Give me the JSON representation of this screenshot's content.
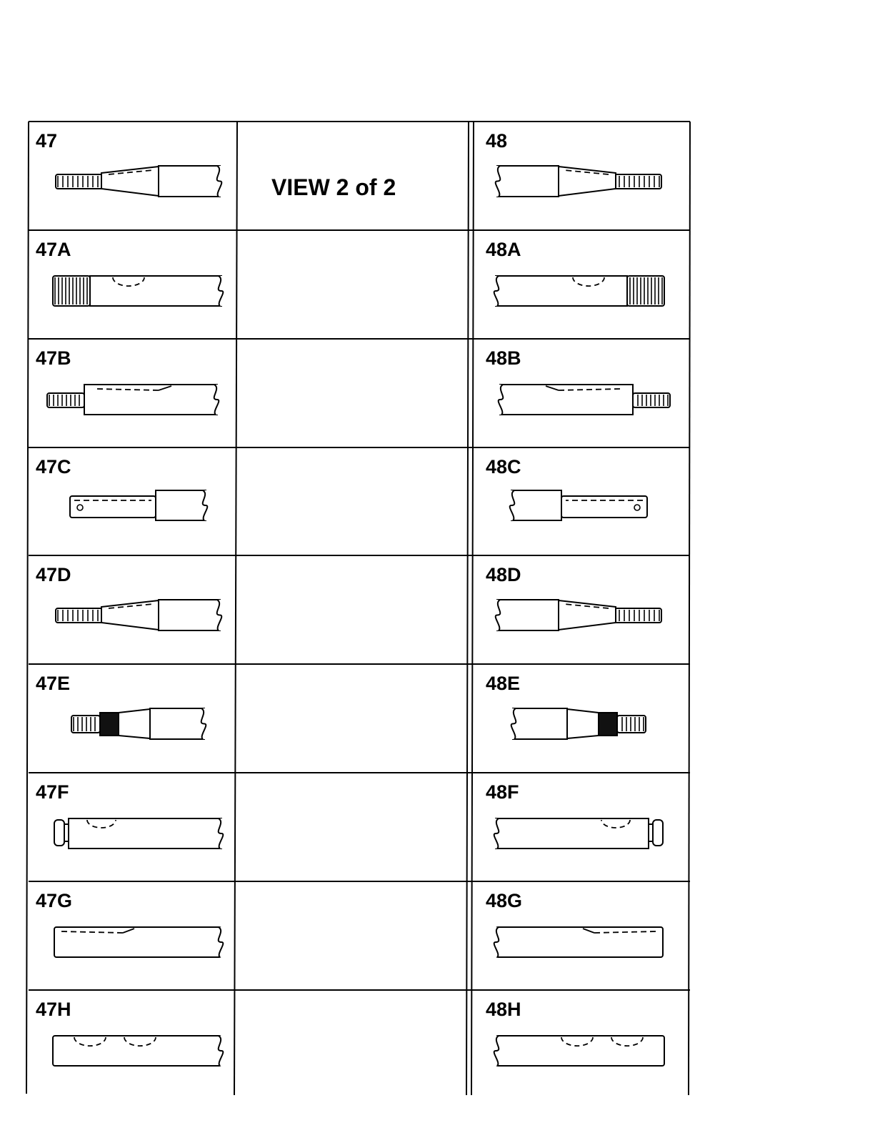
{
  "title": "VIEW 2 of 2",
  "parts": [
    {
      "label": "47",
      "style": "taper-thread",
      "side": "left"
    },
    {
      "label": "47A",
      "style": "thread-keyway",
      "side": "left"
    },
    {
      "label": "47B",
      "style": "stud-keyslot",
      "side": "left"
    },
    {
      "label": "47C",
      "style": "pin-step",
      "side": "left"
    },
    {
      "label": "47D",
      "style": "taper-thread",
      "side": "left"
    },
    {
      "label": "47E",
      "style": "taper-nut",
      "side": "left"
    },
    {
      "label": "47F",
      "style": "groove-keyway",
      "side": "left"
    },
    {
      "label": "47G",
      "style": "plain-keyslot",
      "side": "left"
    },
    {
      "label": "47H",
      "style": "double-keyway",
      "side": "left"
    },
    {
      "label": "48",
      "style": "taper-thread",
      "side": "right"
    },
    {
      "label": "48A",
      "style": "thread-keyway",
      "side": "right"
    },
    {
      "label": "48B",
      "style": "stud-keyslot",
      "side": "right"
    },
    {
      "label": "48C",
      "style": "pin-step",
      "side": "right"
    },
    {
      "label": "48D",
      "style": "taper-thread",
      "side": "right"
    },
    {
      "label": "48E",
      "style": "taper-nut",
      "side": "right"
    },
    {
      "label": "48F",
      "style": "groove-keyway",
      "side": "right"
    },
    {
      "label": "48G",
      "style": "plain-keyslot",
      "side": "right"
    },
    {
      "label": "48H",
      "style": "double-keyway",
      "side": "right"
    }
  ]
}
